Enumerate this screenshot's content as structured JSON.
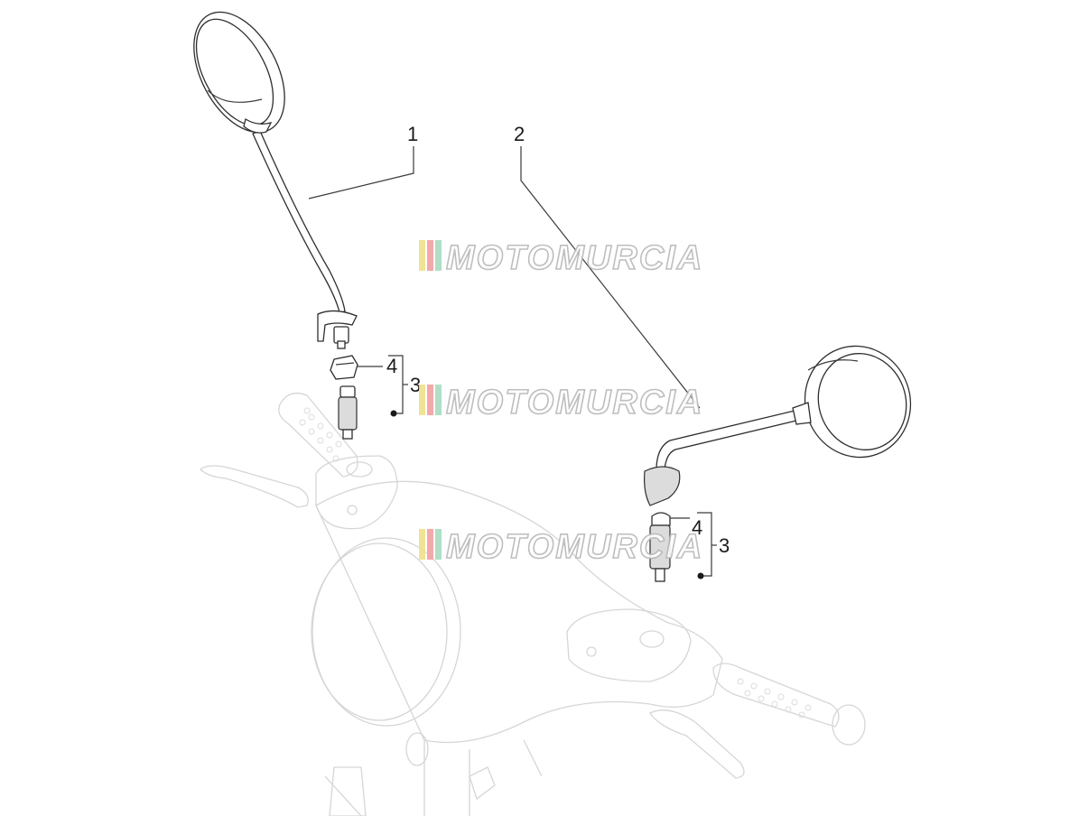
{
  "callouts": {
    "mirror_left": "1",
    "mirror_right": "2",
    "kit_left": "3",
    "kit_right": "3",
    "nut_left": "4",
    "nut_right": "4"
  },
  "watermark": {
    "text": "MOTOMURCIA",
    "stripe_colors": [
      "#f0e08a",
      "#f2a0a0",
      "#a8dcc0"
    ]
  },
  "colors": {
    "line": "#3a3a3a",
    "ghost": "#d6d6d6"
  }
}
